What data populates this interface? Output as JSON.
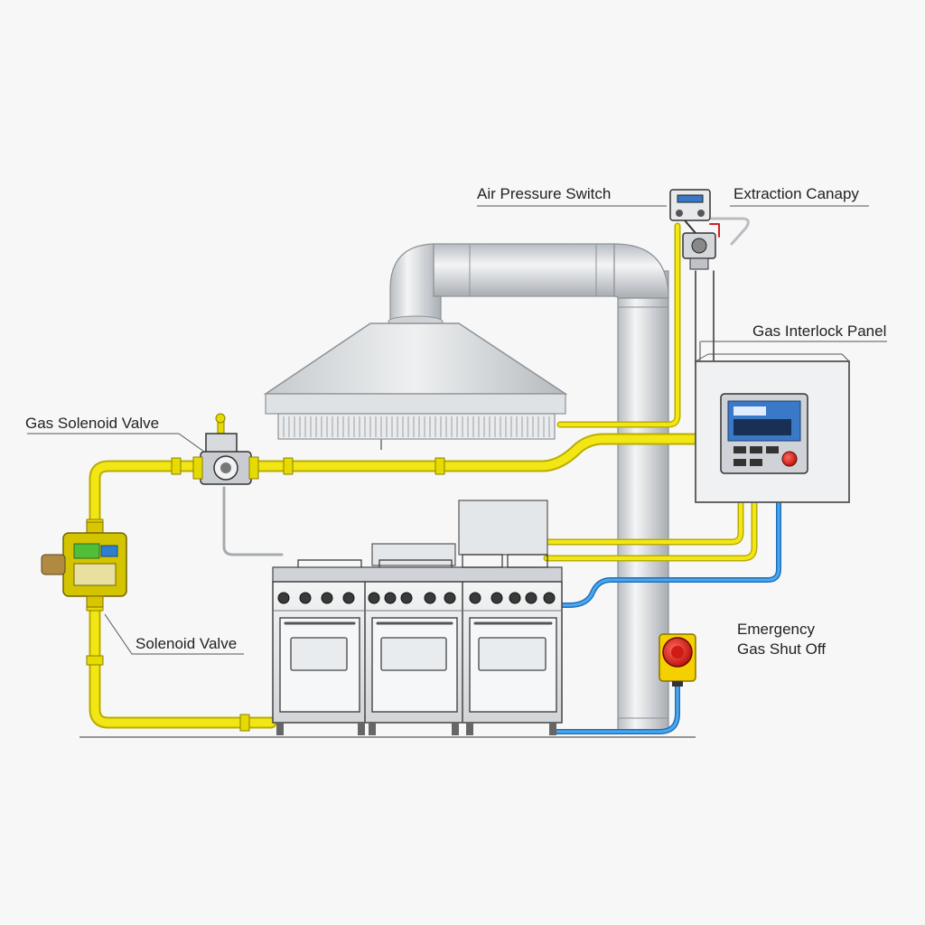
{
  "labels": {
    "air_pressure_switch": "Air Pressure Switch",
    "extraction_canopy": "Extraction Canapy",
    "gas_interlock_panel": "Gas Interlock Panel",
    "gas_solenoid_valve": "Gas Solenoid Valve",
    "solenoid_valve": "Solenoid Valve",
    "emergency_shut_off": [
      "Emergency",
      "Gas Shut Off"
    ]
  },
  "colors": {
    "gas_pipe": "#f2e615",
    "water_pipe": "#2f8fe0",
    "stainless": "#d9dcdf",
    "stainless_dark": "#9aa0a6",
    "panel_screen": "#3a78c8",
    "stop_button": "#e0201b",
    "stop_housing": "#f4d000"
  },
  "icons": {
    "air_pressure_switch": "pressure-switch-icon",
    "gas_solenoid_valve": "valve-icon",
    "solenoid_valve": "solenoid-valve-icon",
    "panel_button": "red-button-icon",
    "emergency_button": "emergency-stop-icon"
  }
}
